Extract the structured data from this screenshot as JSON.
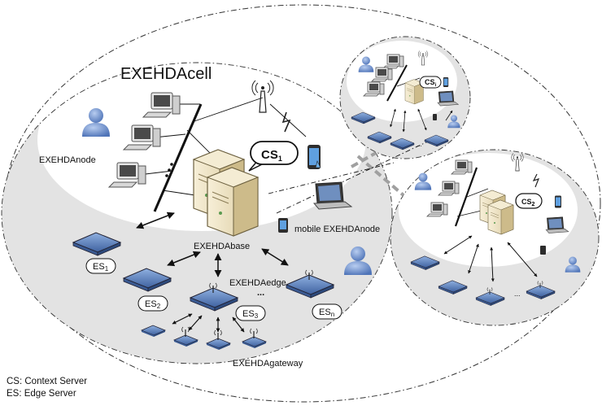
{
  "cell": {
    "title": "EXEHDAcell",
    "node_label": "EXEHDAnode",
    "base_label": "EXEHDAbase",
    "edge_label": "EXEHDAedge",
    "gateway_label": "EXEHDAgateway",
    "mobile_label": "mobile EXEHDAnode"
  },
  "servers": {
    "cs_main": {
      "main": "CS",
      "sub": "1"
    },
    "cs_small_top": {
      "main": "CS",
      "sub": "i"
    },
    "cs_small_right": {
      "main": "CS",
      "sub": "2"
    }
  },
  "edge_servers": [
    {
      "main": "ES",
      "sub": "1"
    },
    {
      "main": "ES",
      "sub": "2"
    },
    {
      "main": "ES",
      "sub": "3"
    },
    {
      "main": "ES",
      "sub": "n"
    }
  ],
  "ellipsis": "...",
  "legend": [
    "CS: Context Server",
    "ES: Edge Server"
  ],
  "colors": {
    "cell_fill": "#dcdcdc",
    "device_blue": "#5b7fb8",
    "server_beige": "#efe4c4",
    "user_blue": "#7d9fd4"
  }
}
